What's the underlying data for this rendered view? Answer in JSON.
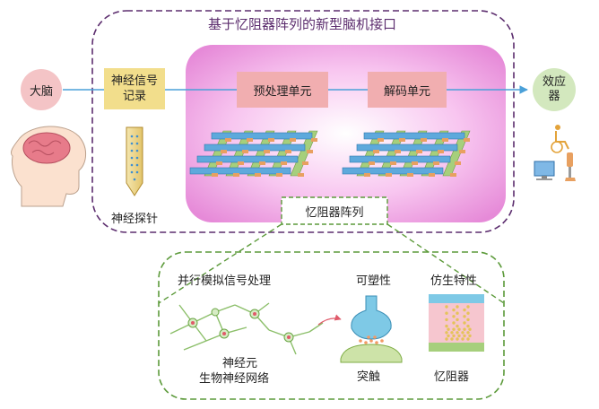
{
  "title": "基于忆阻器阵列的新型脑机接口",
  "nodes": {
    "brain": "大脑",
    "signal_record_l1": "神经信号",
    "signal_record_l2": "记录",
    "preprocess": "预处理单元",
    "decode": "解码单元",
    "effector_l1": "效应",
    "effector_l2": "器",
    "probe": "神经探针",
    "memristor_array": "忆阻器阵列"
  },
  "detail": {
    "parallel": "并行模拟信号处理",
    "plasticity": "可塑性",
    "bionic": "仿生特性",
    "neuron": "神经元",
    "network": "生物神经网络",
    "synapse": "突触",
    "memristor": "忆阻器"
  },
  "colors": {
    "frame": "#5c2d6e",
    "unit_fill": "#f1aeb0",
    "record_fill": "#f2de8c",
    "brain_fill": "#f4c4c6",
    "effector_fill": "#d3e8be",
    "arrow": "#4aa0d8",
    "detail_frame": "#5c9a3a",
    "bar_blue": "#5ea9dc",
    "bar_green": "#a6cf7c",
    "pad_orange": "#e8a060"
  },
  "icons": [
    "brain-head-icon",
    "neural-probe-icon",
    "wheelchair-icon",
    "computer-icon",
    "prosthetic-leg-icon",
    "crossbar-array-icon",
    "neuron-icon",
    "synapse-icon",
    "memristor-icon"
  ]
}
